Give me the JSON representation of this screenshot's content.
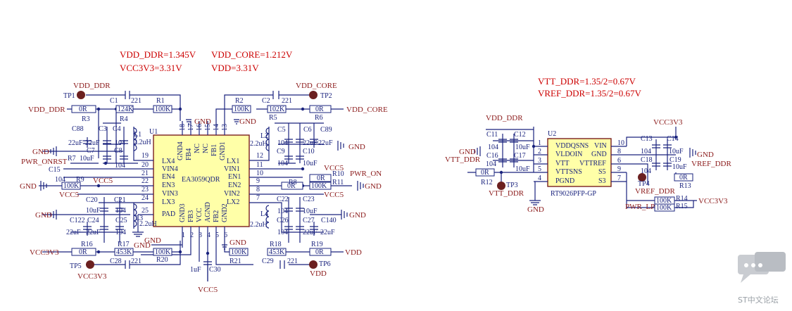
{
  "annotations": {
    "vdd_ddr": "VDD_DDR=1.345V",
    "vdd_core": "VDD_CORE=1.212V",
    "vcc3v3": "VCC3V3=3.31V",
    "vdd": "VDD=3.31V",
    "vtt": "VTT_DDR=1.35/2=0.67V",
    "vref": "VREF_DDR=1.35/2=0.67V"
  },
  "chips": {
    "u1": {
      "ref": "U1",
      "part": "EA3059QDR",
      "left_pins": [
        {
          "num": "19",
          "name": "LX4"
        },
        {
          "num": "20",
          "name": "VIN4"
        },
        {
          "num": "21",
          "name": "EN4"
        },
        {
          "num": "22",
          "name": "EN3"
        },
        {
          "num": "23",
          "name": "VIN3"
        },
        {
          "num": "24",
          "name": "LX3"
        },
        {
          "num": "25",
          "name": "PAD"
        }
      ],
      "right_pins": [
        {
          "num": "12",
          "name": "LX1"
        },
        {
          "num": "11",
          "name": "VIN1"
        },
        {
          "num": "10",
          "name": "EN1"
        },
        {
          "num": "9",
          "name": "EN2"
        },
        {
          "num": "8",
          "name": "VIN2"
        },
        {
          "num": "7",
          "name": "LX2"
        }
      ],
      "top_pins": [
        {
          "num": "18",
          "name": "GND4"
        },
        {
          "num": "17",
          "name": "FB4"
        },
        {
          "num": "16",
          "name": "NC"
        },
        {
          "num": "15",
          "name": "NC"
        },
        {
          "num": "14",
          "name": "FB1"
        },
        {
          "num": "13",
          "name": "GND1"
        }
      ],
      "bottom_pins": [
        {
          "num": "1",
          "name": "GND3"
        },
        {
          "num": "2",
          "name": "FB3"
        },
        {
          "num": "3",
          "name": "VCC"
        },
        {
          "num": "4",
          "name": "AGND"
        },
        {
          "num": "5",
          "name": "FB2"
        },
        {
          "num": "6",
          "name": "GND2"
        }
      ]
    },
    "u2": {
      "ref": "U2",
      "part": "RT9026PFP-GP",
      "left_pins": [
        {
          "num": "1",
          "name": "VDDQSNS"
        },
        {
          "num": "2",
          "name": "VLDOIN"
        },
        {
          "num": "3",
          "name": "VTT"
        },
        {
          "num": "5",
          "name": "VTTSNS"
        },
        {
          "num": "4",
          "name": "PGND"
        }
      ],
      "right_pins": [
        {
          "num": "10",
          "name": "VIN"
        },
        {
          "num": "8",
          "name": "GND"
        },
        {
          "num": "6",
          "name": "VTTREF"
        },
        {
          "num": "9",
          "name": "S5"
        },
        {
          "num": "7",
          "name": "S3"
        }
      ]
    }
  },
  "nets": {
    "vdd_ddr_l": "VDD_DDR",
    "vdd_ddr_tl": "VDD_DDR",
    "vdd_core_r": "VDD_CORE",
    "vdd_core_tr": "VDD_CORE",
    "gnd": "GND",
    "pwr_onrst": "PWR_ONRST",
    "pwr_on": "PWR_ON",
    "vcc5": "VCC5",
    "vcc3v3": "VCC3V3",
    "vdd": "VDD",
    "vtt_ddr": "VTT_DDR",
    "vref_ddr": "VREF_DDR",
    "pwr_lp": "PWR_LP"
  },
  "refs": {
    "tp1": "TP1",
    "tp2": "TP2",
    "tp3": "TP3",
    "tp4": "TP4",
    "tp5": "TP5",
    "tp6": "TP6",
    "c1": "C1",
    "c2": "C2",
    "c4": "C4",
    "c5": "C5",
    "c6": "C6",
    "c7": "C7",
    "c8": "C8",
    "c88": "C88",
    "c89": "C89",
    "c9": "C9",
    "c10": "C10",
    "c11": "C11",
    "c12": "C12",
    "c13": "C13",
    "c14": "C14",
    "c15": "C15",
    "c16": "C16",
    "c17": "C17",
    "c18": "C18",
    "c19": "C19",
    "c20": "C20",
    "c21": "C21",
    "c22": "C22",
    "c23": "C23",
    "c24": "C24",
    "c25": "C25",
    "c26": "C26",
    "c27": "C27",
    "c28": "C28",
    "c29": "C29",
    "c30": "C30",
    "c3": "C3",
    "c122": "C122",
    "c140": "C140",
    "r1": "R1",
    "r2": "R2",
    "r3": "R3",
    "r4": "R4",
    "r5": "R5",
    "r6": "R6",
    "r7": "R7",
    "r8": "R8",
    "r9": "R9",
    "r10": "R10",
    "r11": "R11",
    "r12": "R12",
    "r13": "R13",
    "r14": "R14",
    "r15": "R15",
    "r16": "R16",
    "r17": "R17",
    "r18": "R18",
    "r19": "R19",
    "r20": "R20",
    "r21": "R21",
    "l1": "L1",
    "l2": "L2",
    "l3": "L3",
    "l4": "L4"
  },
  "values": {
    "r0": "0R",
    "k124": "124K",
    "k100": "100K",
    "k102": "102K",
    "k453": "453K",
    "c221": "221",
    "c104": "104",
    "u10": "10uF",
    "u22": "22uF",
    "u1": "1uF",
    "h22": "2.2uH"
  },
  "watermark": "ST中文论坛"
}
